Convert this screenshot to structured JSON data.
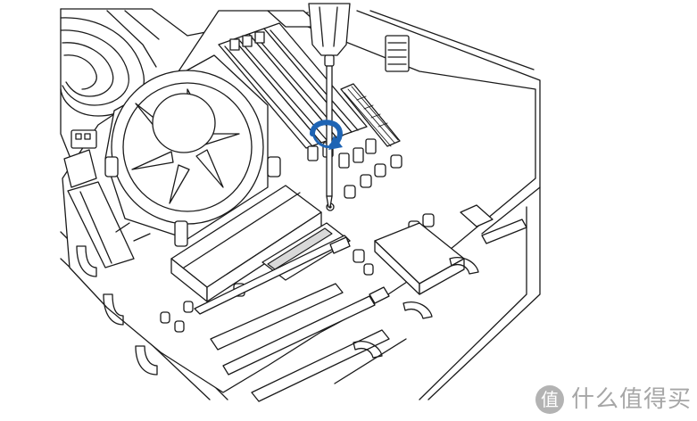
{
  "figure": {
    "subject": "motherboard-m2-screw-installation",
    "accent_color": "#1e64b4",
    "line_color": "#1a1a1a"
  },
  "watermark": {
    "text": "值 什么值得买",
    "logo_glyph": "值",
    "name": "什么值得买",
    "color": "#a6a6a6"
  },
  "icons": [
    "screwdriver-icon",
    "rotate-clockwise-icon",
    "watermark-logo-icon"
  ]
}
